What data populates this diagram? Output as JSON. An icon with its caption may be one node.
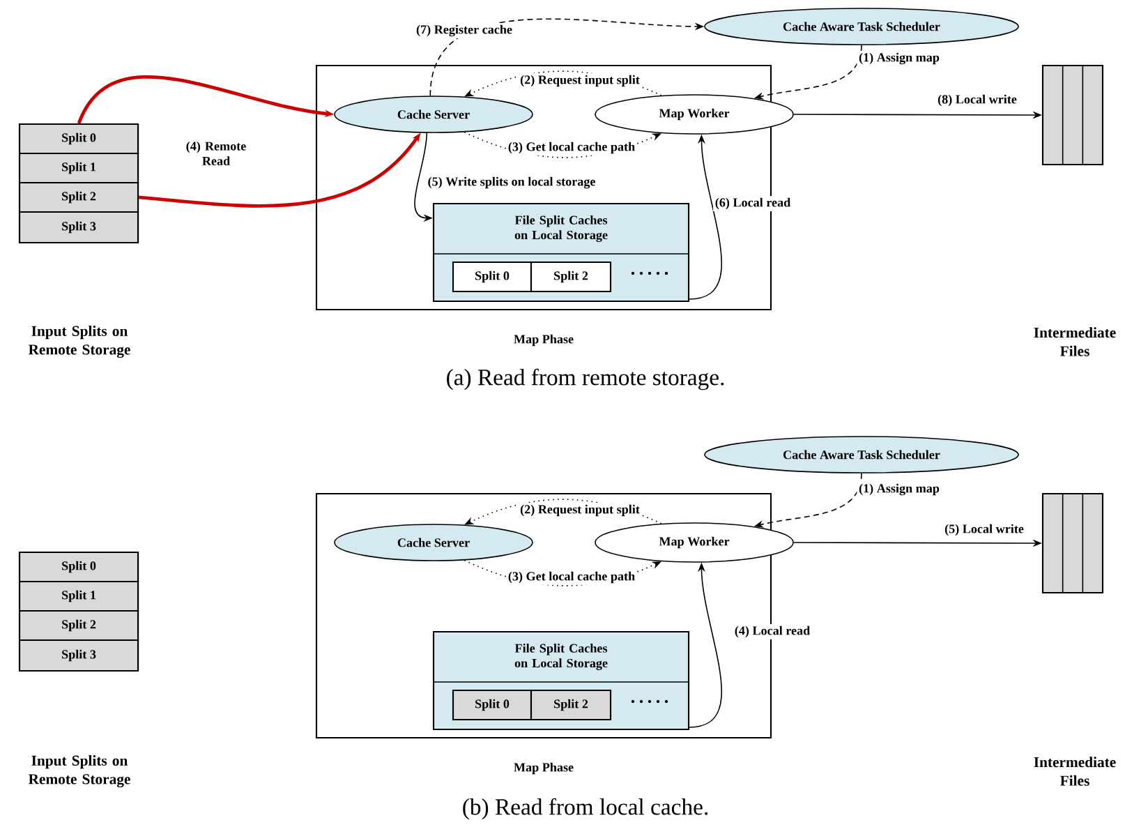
{
  "diagram": {
    "nodes": [
      {
        "text": [
          "Map Phase"
        ]
      },
      {
        "text": [
          "Cache Server"
        ],
        "in": 0
      },
      {
        "text": [
          "Map Worker"
        ],
        "in": 0
      },
      {
        "text": [
          "File Split Caches on Local Storage"
        ],
        "in": 0
      },
      {
        "text": [
          "Split 0"
        ],
        "in": 3
      },
      {
        "text": [
          "Split 2"
        ],
        "in": 3
      },
      {
        "text": [
          "Cache Aware Task Scheduler"
        ]
      },
      {
        "text": [],
        "shape": "box"
      },
      {
        "text": [
          "Split 0"
        ],
        "in": 7
      },
      {
        "text": [
          "Split 1"
        ],
        "in": 7
      },
      {
        "text": [
          "Split 2"
        ],
        "in": 7
      },
      {
        "text": [
          "Split 3"
        ],
        "in": 7
      },
      {
        "text": [],
        "shape": "box"
      },
      {
        "text": [
          "Map Phase"
        ]
      },
      {
        "text": [
          "Cache Server"
        ],
        "in": 13
      },
      {
        "text": [
          "Map Worker"
        ],
        "in": 13
      },
      {
        "text": [
          "File Split Caches on Local Storage"
        ],
        "in": 13
      },
      {
        "text": [
          "Split 0"
        ],
        "in": 16
      },
      {
        "text": [
          "Split 2"
        ],
        "in": 16
      },
      {
        "text": [
          "Cache Aware Task Scheduler"
        ]
      },
      {
        "text": [],
        "shape": "box"
      },
      {
        "text": [
          "Split 0"
        ],
        "in": 20
      },
      {
        "text": [
          "Split 1"
        ],
        "in": 20
      },
      {
        "text": [
          "Split 2"
        ],
        "in": 20
      },
      {
        "text": [
          "Split 3"
        ],
        "in": 20
      },
      {
        "text": [],
        "shape": "box"
      }
    ],
    "edges": [
      {
        "from": 6,
        "to": 2,
        "arrow": "to",
        "label": "(1) Assign map",
        "style": "dashed"
      },
      {
        "from": 2,
        "to": 1,
        "arrow": "to",
        "label": "(2) Request input split",
        "style": "dashed"
      },
      {
        "from": 1,
        "to": 2,
        "arrow": "to",
        "label": "(3) Get local cache path",
        "style": "dashed"
      },
      {
        "from": 8,
        "to": 1,
        "arrow": "to",
        "label": "(4) Remote Read",
        "style": "thick",
        "color": "#cc0000"
      },
      {
        "from": 10,
        "to": 1,
        "arrow": "to",
        "style": "thick",
        "color": "#cc0000"
      },
      {
        "from": 1,
        "to": 3,
        "arrow": "to",
        "label": "(5) Write splits on local storage"
      },
      {
        "from": 3,
        "to": 2,
        "arrow": "to",
        "label": "(6) Local read"
      },
      {
        "from": 1,
        "to": 6,
        "arrow": "to",
        "label": "(7) Register cache",
        "style": "dashed"
      },
      {
        "from": 2,
        "to": 12,
        "arrow": "to",
        "label": "(8) Local write"
      },
      {
        "from": 19,
        "to": 15,
        "arrow": "to",
        "label": "(1) Assign map",
        "style": "dashed"
      },
      {
        "from": 15,
        "to": 14,
        "arrow": "to",
        "label": "(2) Request input split",
        "style": "dashed"
      },
      {
        "from": 14,
        "to": 15,
        "arrow": "to",
        "label": "(3) Get local cache path",
        "style": "dashed"
      },
      {
        "from": 16,
        "to": 15,
        "arrow": "to",
        "label": "(4) Local read"
      },
      {
        "from": 15,
        "to": 25,
        "arrow": "to",
        "label": "(5) Local write"
      }
    ],
    "labels": [
      "Input Splits on Remote Storage",
      "Intermediate Files",
      "(a) Read from remote storage.",
      "Input Splits on Remote Storage",
      "Intermediate Files",
      "(b) Read from local cache."
    ]
  }
}
